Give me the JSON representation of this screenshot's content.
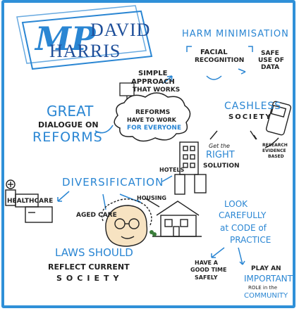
{
  "title": {
    "mp": "MP",
    "first": "DAVID",
    "last": "HARRIS"
  },
  "harm": {
    "heading": "HARM MINIMISATION",
    "facial_1": "FACIAL",
    "facial_2": "RECOGNITION",
    "safe_1": "SAFE",
    "safe_2": "USE OF",
    "safe_3": "DATA",
    "simple_1": "SIMPLE",
    "simple_2": "APPROACH",
    "simple_3": "THAT WORKS"
  },
  "dialogue": {
    "great": "GREAT",
    "dialogue_on": "DIALOGUE ON",
    "reforms": "REFORMS"
  },
  "cloud": {
    "line1": "REFORMS",
    "line2": "HAVE TO WORK",
    "line3": "FOR EVERYONE"
  },
  "cashless": {
    "heading1": "CASHLESS",
    "heading2": "SOCIETY",
    "get_1": "Get the",
    "get_2": "RIGHT",
    "get_3": "SOLUTION",
    "research_1": "RESEARCH",
    "research_2": "EVIDENCE",
    "research_3": "BASED"
  },
  "hotels": "HOTELS",
  "diversification": "DIVERSIFICATION",
  "healthcare": "HEALTHCARE",
  "aged_care": "AGED CARE",
  "housing": "HOUSING",
  "code": {
    "l1": "LOOK",
    "l2": "CAREFULLY",
    "l3": "at CODE of",
    "l4": "PRACTICE"
  },
  "laws": {
    "l1": "LAWS SHOULD",
    "l2": "REFLECT CURRENT",
    "l3": "SOCIETY"
  },
  "good_time": {
    "l1": "HAVE A",
    "l2": "GOOD TIME",
    "l3": "SAFELY"
  },
  "play": {
    "l1": "PLAY AN",
    "l2": "IMPORTANT",
    "l3": "ROLE in the",
    "l4": "COMMUNITY"
  },
  "colors": {
    "accent": "#2a86d3",
    "ink": "#222222",
    "frame": "#2f90d8"
  }
}
